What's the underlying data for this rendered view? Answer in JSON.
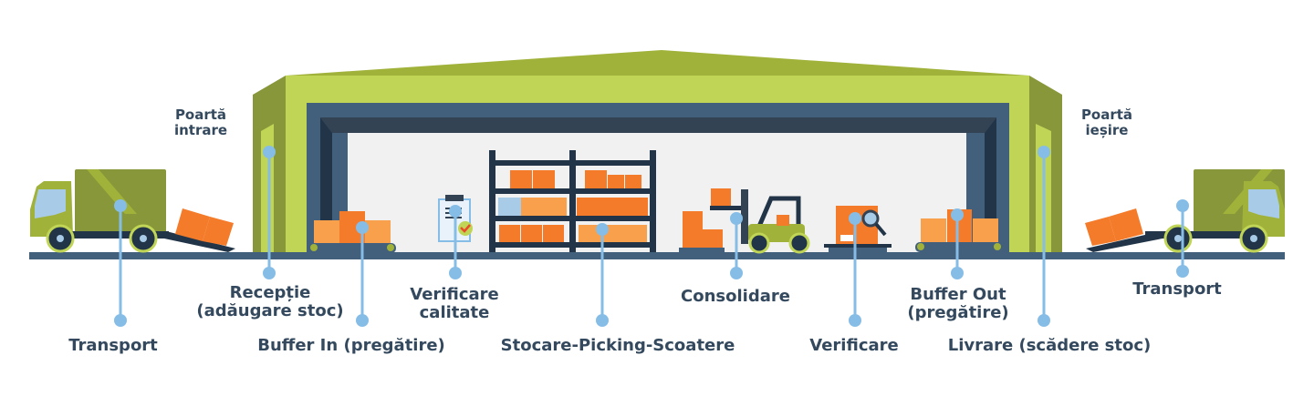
{
  "title": "Warehouse process flow",
  "colors": {
    "green_light": "#c0d455",
    "green_mid": "#a1b23a",
    "green_dark": "#87973a",
    "navy": "#42607c",
    "navy_dark": "#223548",
    "interior": "#f1f1f1",
    "orange": "#f47b2a",
    "orange_light": "#f9a04c",
    "connector": "#86bde6",
    "text": "#34495e"
  },
  "gates": {
    "entry": {
      "line1": "Poartă",
      "line2": "intrare"
    },
    "exit": {
      "line1": "Poartă",
      "line2": "ieșire"
    }
  },
  "steps": [
    {
      "id": "transport-in",
      "line1": "Transport",
      "line2": ""
    },
    {
      "id": "receptie",
      "line1": "Recepție",
      "line2": "(adăugare stoc)"
    },
    {
      "id": "buffer-in",
      "line1": "Buffer In (pregătire)",
      "line2": ""
    },
    {
      "id": "verificare-calitate",
      "line1": "Verificare",
      "line2": "calitate"
    },
    {
      "id": "stocare",
      "line1": "Stocare-Picking-Scoatere",
      "line2": ""
    },
    {
      "id": "consolidare",
      "line1": "Consolidare",
      "line2": ""
    },
    {
      "id": "verificare",
      "line1": "Verificare",
      "line2": ""
    },
    {
      "id": "buffer-out",
      "line1": "Buffer Out",
      "line2": "(pregătire)"
    },
    {
      "id": "livrare",
      "line1": "Livrare (scădere stoc)",
      "line2": ""
    },
    {
      "id": "transport-out",
      "line1": "Transport",
      "line2": ""
    }
  ]
}
